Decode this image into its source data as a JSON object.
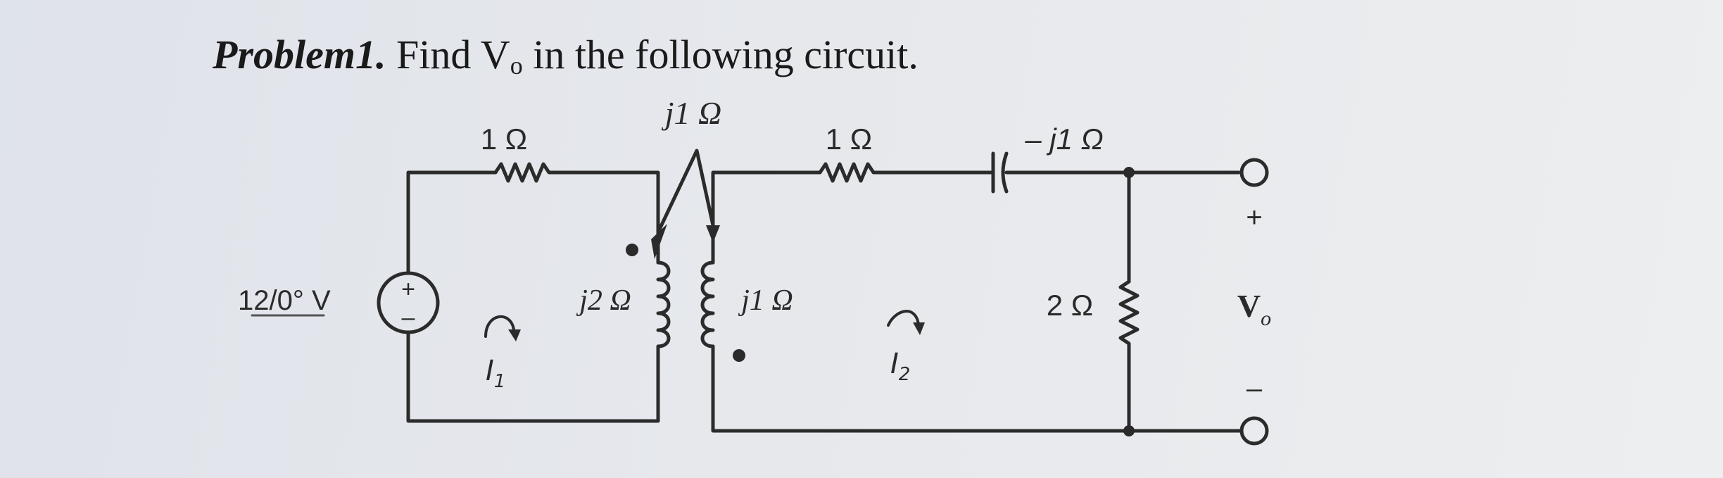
{
  "problem": {
    "label": "Problem1.",
    "statement_before": "Find V",
    "subscript": "o",
    "statement_after": " in the following circuit."
  },
  "circuit": {
    "resistor_left_label": "1 Ω",
    "mutual_coupling_label": "j1 Ω",
    "resistor_middle_label": "1 Ω",
    "capacitor_label": "– j1 Ω",
    "source_label": "12/0° V",
    "source_plus": "+",
    "source_minus": "–",
    "inductor_primary_label": "j2 Ω",
    "inductor_secondary_label": "j1 Ω",
    "resistor_right_label": "2 Ω",
    "output_plus": "+",
    "output_minus": "–",
    "output_label": "V",
    "output_sub": "o",
    "mesh_current_1": "I",
    "mesh_current_1_sub": "1",
    "mesh_current_2": "I",
    "mesh_current_2_sub": "2"
  }
}
